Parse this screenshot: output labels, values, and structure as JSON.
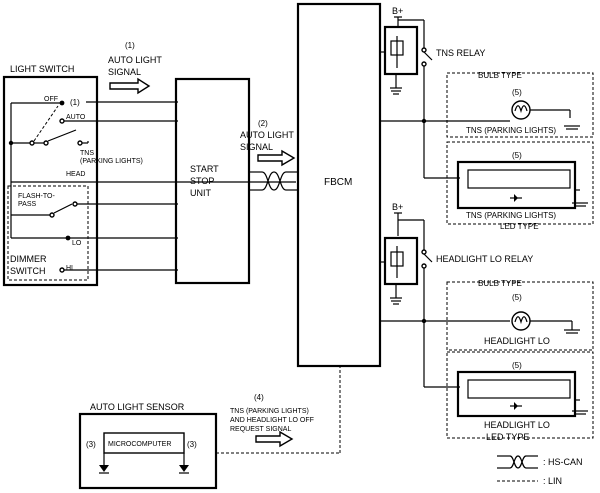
{
  "blocks": {
    "light_switch": "LIGHT SWITCH",
    "dimmer_switch_1": "DIMMER",
    "dimmer_switch_2": "SWITCH",
    "start_stop_1": "START",
    "start_stop_2": "STOP",
    "start_stop_3": "UNIT",
    "fbcm": "FBCM",
    "tns_relay": "TNS RELAY",
    "headlight_lo_relay": "HEADLIGHT LO RELAY",
    "auto_light_sensor": "AUTO LIGHT SENSOR",
    "microcomputer": "MICROCOMPUTER"
  },
  "switch_positions": {
    "off": "OFF",
    "auto": "AUTO",
    "tns": "TNS",
    "parking": "(PARKING LIGHTS)",
    "head": "HEAD",
    "flash_1": "FLASH-TO-",
    "flash_2": "PASS",
    "lo": "LO",
    "hi": "HI"
  },
  "signals": {
    "sig1_num": "(1)",
    "sig1_l1": "AUTO LIGHT",
    "sig1_l2": "SIGNAL",
    "sig2_num": "(2)",
    "sig2_l1": "AUTO LIGHT",
    "sig2_l2": "SIGNAL",
    "sig4_num": "(4)",
    "sig4_l1": "TNS (PARKING LIGHTS)",
    "sig4_l2": "AND HEADLIGHT LO OFF",
    "sig4_l3": "REQUEST SIGNAL",
    "switch_num": "(1)",
    "sensor_num_left": "(3)",
    "sensor_num_right": "(3)"
  },
  "power": {
    "bplus_top": "B+",
    "bplus_bottom": "B+"
  },
  "lamps": {
    "bulb_type_top": "BULB TYPE",
    "num_top_bulb": "(5)",
    "tns_parking_bulb": "TNS (PARKING LIGHTS)",
    "num_top_led": "(5)",
    "tns_parking_led": "TNS (PARKING LIGHTS)",
    "led_type_top": "LED TYPE",
    "bulb_type_bottom": "BULB TYPE",
    "num_bottom_bulb": "(5)",
    "headlight_lo_bulb": "HEADLIGHT LO",
    "num_bottom_led": "(5)",
    "headlight_lo_led": "HEADLIGHT LO",
    "led_type_bottom": "LED TYPE"
  },
  "legend": {
    "hs_can": ": HS-CAN",
    "lin": ": LIN"
  }
}
